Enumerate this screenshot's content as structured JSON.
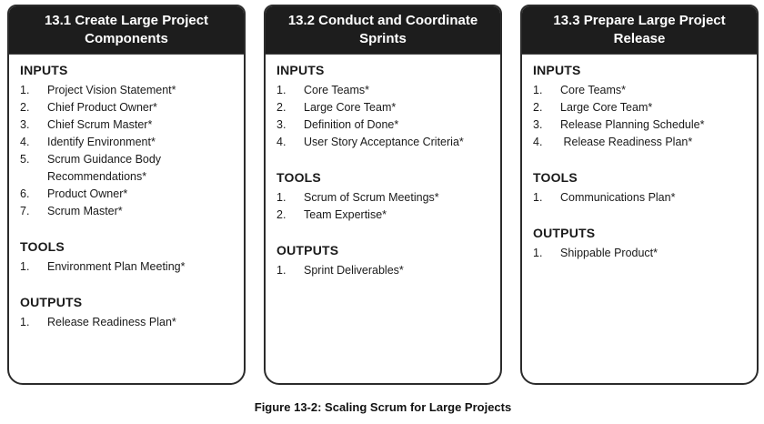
{
  "figure": {
    "caption": "Figure 13-2: Scaling Scrum for Large Projects"
  },
  "colors": {
    "background": "#ffffff",
    "header_bg": "#1d1d1d",
    "header_text": "#ffffff",
    "card_border": "#2b2b2b",
    "body_text": "#1a1a1a"
  },
  "cards": [
    {
      "title": "13.1 Create Large Project Components",
      "sections": [
        {
          "heading": "INPUTS",
          "items": [
            "Project Vision Statement*",
            "Chief Product Owner*",
            "Chief Scrum Master*",
            "Identify Environment*",
            "Scrum Guidance Body Recommendations*",
            "Product Owner*",
            "Scrum Master*"
          ]
        },
        {
          "heading": "TOOLS",
          "items": [
            "Environment Plan Meeting*"
          ]
        },
        {
          "heading": "OUTPUTS",
          "items": [
            "Release Readiness Plan*"
          ]
        }
      ]
    },
    {
      "title": "13.2 Conduct and Coordinate Sprints",
      "sections": [
        {
          "heading": "INPUTS",
          "items": [
            "Core Teams*",
            "Large Core Team*",
            "Definition of Done*",
            "User Story Acceptance Criteria*"
          ]
        },
        {
          "heading": "TOOLS",
          "items": [
            "Scrum of Scrum Meetings*",
            "Team Expertise*"
          ]
        },
        {
          "heading": "OUTPUTS",
          "items": [
            "Sprint Deliverables*"
          ]
        }
      ]
    },
    {
      "title": "13.3 Prepare Large Project Release",
      "sections": [
        {
          "heading": "INPUTS",
          "items": [
            "Core Teams*",
            "Large Core Team*",
            "Release Planning Schedule*",
            " Release Readiness Plan*"
          ]
        },
        {
          "heading": "TOOLS",
          "items": [
            "Communications Plan*"
          ]
        },
        {
          "heading": "OUTPUTS",
          "items": [
            "Shippable Product*"
          ]
        }
      ]
    }
  ]
}
